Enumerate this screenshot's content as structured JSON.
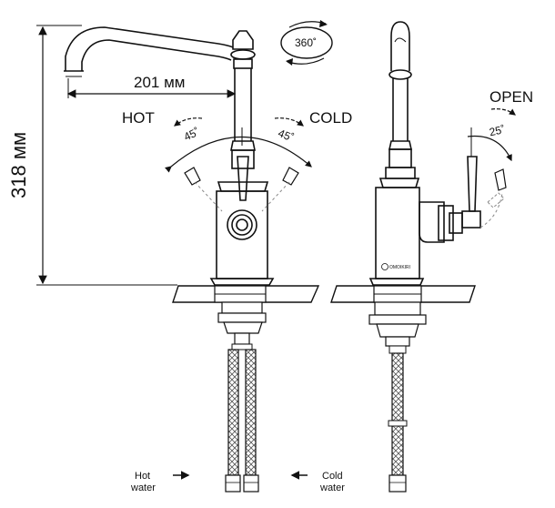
{
  "dimensions": {
    "height_label": "318 мм",
    "reach_label": "201 мм"
  },
  "lever": {
    "hot_label": "HOT",
    "cold_label": "COLD",
    "hot_angle": "45˚",
    "cold_angle": "45˚",
    "open_label": "OPEN",
    "open_angle": "25˚",
    "rotation_label": "360˚"
  },
  "hoses": {
    "hot_label_line1": "Hot",
    "hot_label_line2": "water",
    "cold_label_line1": "Cold",
    "cold_label_line2": "water"
  },
  "brand": {
    "logo_text": "OMOIKIRI"
  },
  "colors": {
    "line": "#111111",
    "hatch": "#9a9a9a",
    "fill_grey": "#d9d9d9"
  }
}
